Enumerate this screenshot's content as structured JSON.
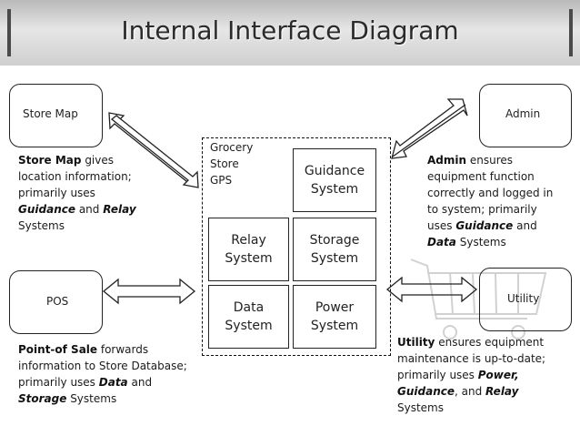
{
  "title": "Internal Interface Diagram",
  "nodes": {
    "store_map": "Store Map",
    "pos": "POS",
    "admin": "Admin",
    "utility": "Utility"
  },
  "grocery_store_gps": "Grocery\nStore\n GPS",
  "systems": {
    "guidance": "Guidance\nSystem",
    "relay": "Relay\nSystem",
    "storage": "Storage\nSystem",
    "data": "Data\nSystem",
    "power": "Power\nSystem"
  },
  "descriptions": {
    "store_map": {
      "bold_name": "Store Map",
      "text1": " gives location information; primarily uses ",
      "em1": "Guidance",
      "text2": " and ",
      "em2": "Relay",
      "text3": " Systems"
    },
    "pos": {
      "bold_name": "Point-of Sale",
      "text1": " forwards information to Store Database; primarily uses ",
      "em1": "Data",
      "text2": " and ",
      "em2": "Storage",
      "text3": " Systems"
    },
    "admin": {
      "bold_name": "Admin",
      "text1": " ensures equipment function correctly and logged in to system; primarily uses  ",
      "em1": "Guidance",
      "text2": " and ",
      "em2": "Data",
      "text3": " Systems"
    },
    "utility": {
      "bold_name": "Utility",
      "text1": " ensures equipment maintenance is up-to-date; primarily uses  ",
      "em1": "Power,",
      "text2": " ",
      "em2": "Guidance",
      "text3": ", and ",
      "em3": "Relay",
      "text4": " Systems"
    }
  },
  "colors": {
    "title_bar": "#cfcfcf",
    "stroke": "#222222"
  }
}
